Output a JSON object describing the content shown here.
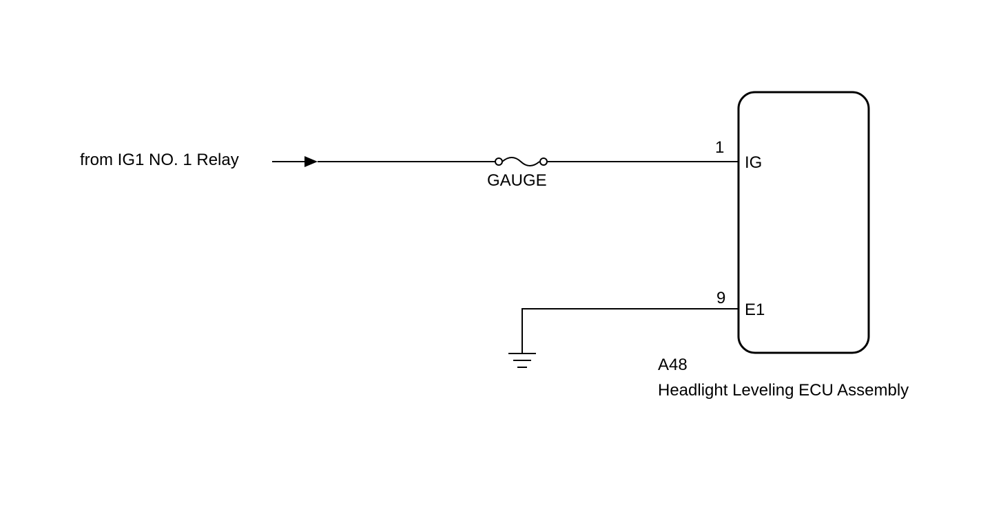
{
  "source": {
    "label": "from IG1 NO. 1 Relay"
  },
  "fuse": {
    "label": "GAUGE"
  },
  "ecu": {
    "connector": "A48",
    "name": "Headlight Leveling ECU Assembly",
    "pins": [
      {
        "number": "1",
        "name": "IG"
      },
      {
        "number": "9",
        "name": "E1"
      }
    ]
  },
  "colors": {
    "line": "#000000",
    "background": "#ffffff"
  }
}
